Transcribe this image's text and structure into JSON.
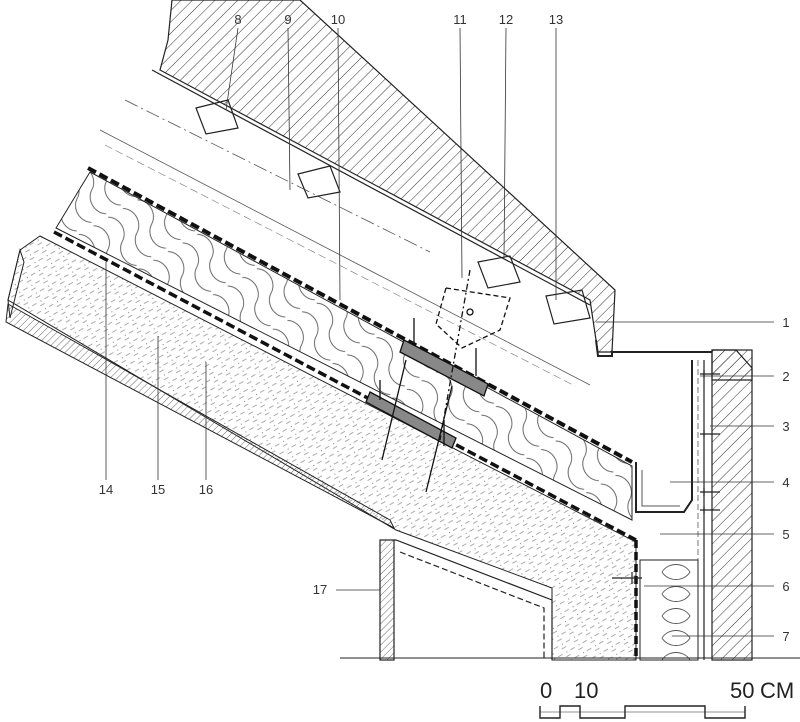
{
  "callouts_top": [
    "8",
    "9",
    "10",
    "11",
    "12",
    "13"
  ],
  "callouts_right": [
    "1",
    "2",
    "3",
    "4",
    "5",
    "6",
    "7"
  ],
  "callouts_bottom": [
    "14",
    "15",
    "16",
    "17"
  ],
  "scale": {
    "zero": "0",
    "ten": "10",
    "fifty": "50",
    "unit": "CM"
  }
}
